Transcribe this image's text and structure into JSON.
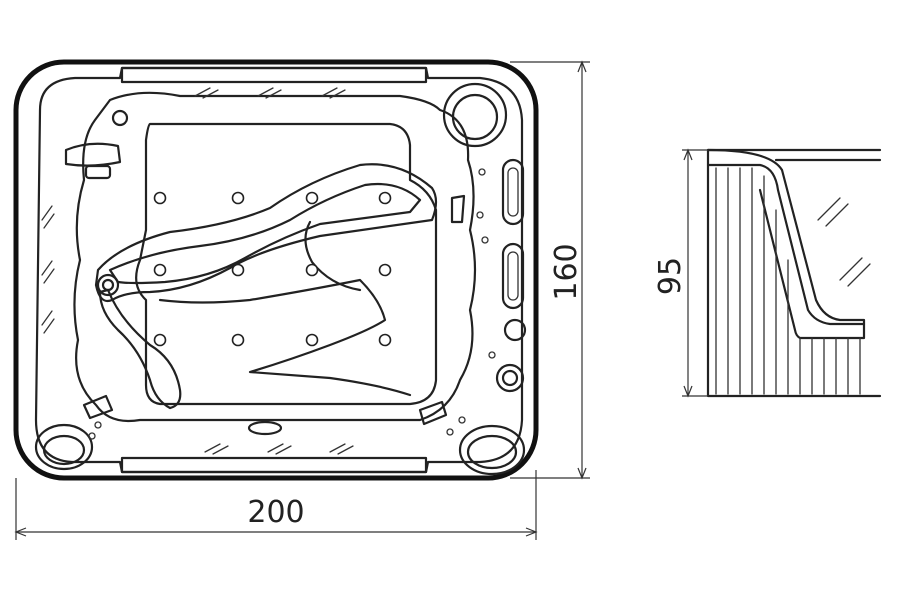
{
  "dimensions": {
    "width_label": "200",
    "depth_label": "160",
    "height_label": "95"
  },
  "colors": {
    "stroke": "#111111",
    "background": "#ffffff"
  }
}
